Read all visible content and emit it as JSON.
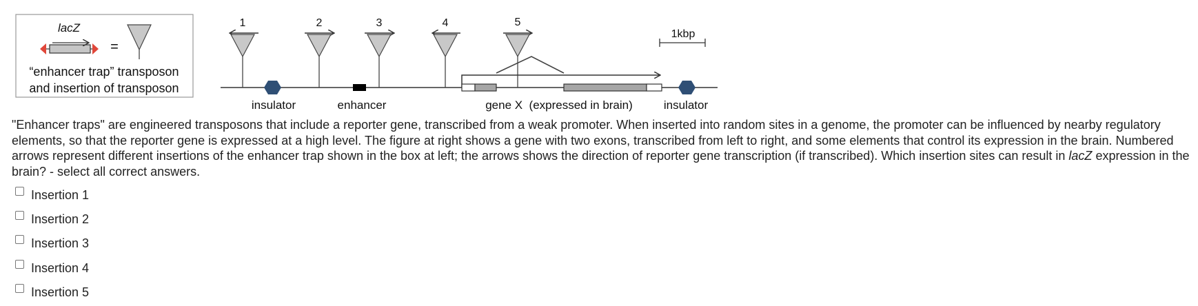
{
  "legend": {
    "lacz_label": "lacZ",
    "equals": "=",
    "caption_line1": "“enhancer trap” transposon",
    "caption_line2": "and insertion of transposon"
  },
  "diagram": {
    "insertions": [
      "1",
      "2",
      "3",
      "4",
      "5"
    ],
    "scale_label": "1kbp",
    "labels": {
      "insulator_left": "insulator",
      "enhancer": "enhancer",
      "gene": "gene X  (expressed in brain)",
      "insulator_right": "insulator"
    },
    "colors": {
      "insulator": "#2f4f75",
      "enhancer": "#000000",
      "exon": "#a6a6a6",
      "triangle": "#c8c8c8",
      "legend_arrow_ends": "#e0473a"
    }
  },
  "question": {
    "text_before": "\"Enhancer traps\" are engineered transposons that include a reporter gene, transcribed from a weak promoter.  When inserted into random sites in a genome, the promoter can be influenced by nearby regulatory elements, so that the reporter gene is expressed at a high level.  The figure at right shows a gene with two exons, transcribed from left to right, and some elements that control its expression in the brain.  Numbered arrows represent different insertions of the enhancer trap shown in the box at left; the arrows shows the direction of reporter gene transcription (if transcribed).  Which insertion sites can result in ",
    "italic": "lacZ",
    "text_after": " expression in the brain? - select all correct answers."
  },
  "options": [
    {
      "label": "Insertion 1",
      "checked": false
    },
    {
      "label": "Insertion 2",
      "checked": false
    },
    {
      "label": "Insertion 3",
      "checked": false
    },
    {
      "label": "Insertion 4",
      "checked": false
    },
    {
      "label": "Insertion 5",
      "checked": false
    }
  ]
}
